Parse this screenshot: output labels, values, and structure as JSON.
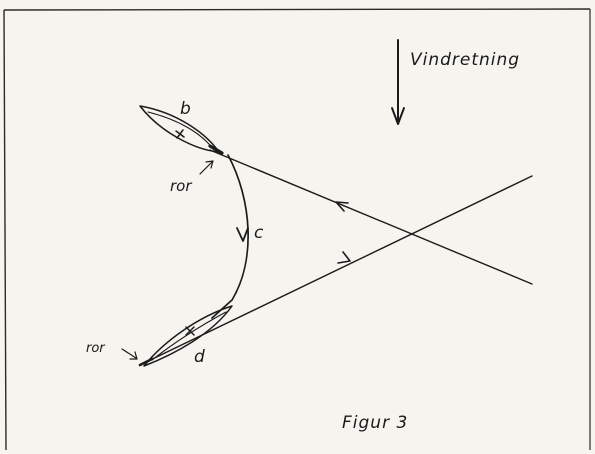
{
  "labels": {
    "wind_direction": "Vindretning",
    "point_b": "b",
    "point_c": "c",
    "point_d": "d",
    "rudder_upper": "ror",
    "rudder_lower": "ror",
    "caption": "Figur 3"
  },
  "colors": {
    "paper": "#f6f4ef",
    "ink": "#1b1b1b",
    "frame": "#2a2a2a"
  },
  "icons": {
    "rudder_marker": "cross-mark"
  }
}
